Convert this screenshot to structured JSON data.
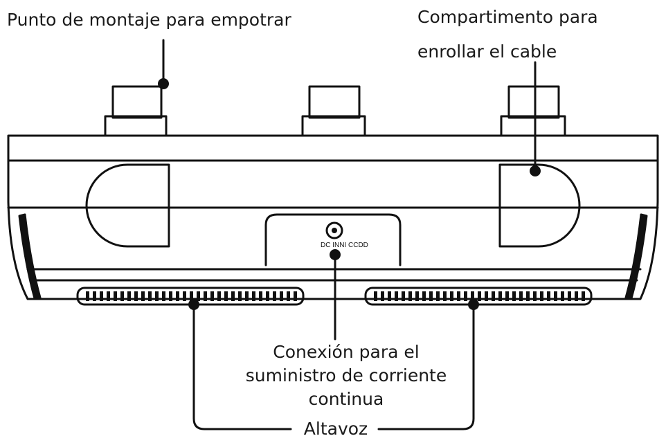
{
  "labels": {
    "mount_point": "Punto de montaje para empotrar",
    "cable_line1": "Compartimento para",
    "cable_line2": "enrollar el cable",
    "dc_line1": "Conexión para el",
    "dc_line2": "suministro de corriente",
    "dc_line3": "continua",
    "speaker": "Altavoz"
  },
  "device": {
    "jack_label": "DC INNI CCDD"
  },
  "colors": {
    "line": "#111111",
    "text": "#1a1a1a",
    "background": "#ffffff"
  }
}
